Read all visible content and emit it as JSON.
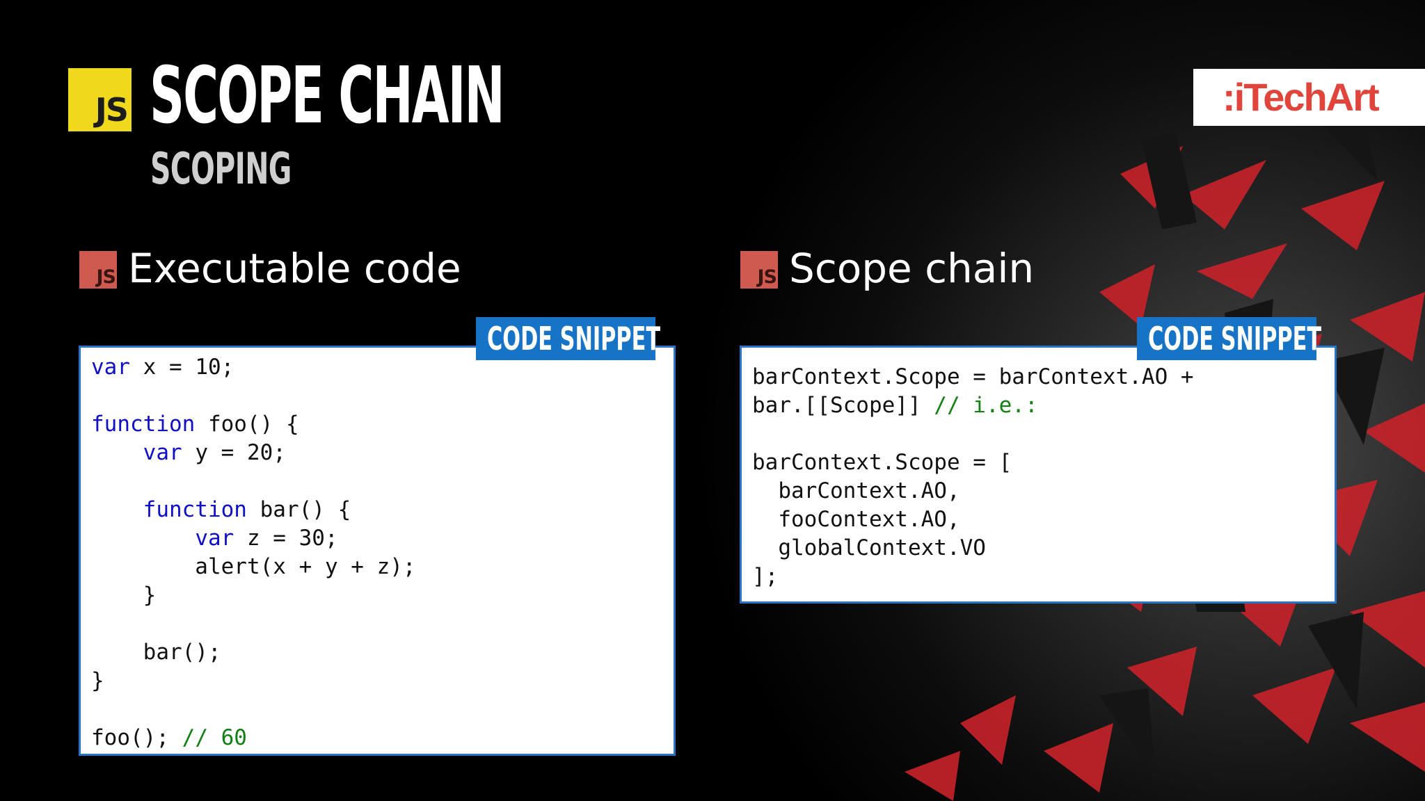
{
  "header": {
    "js_badge": "JS",
    "title": "SCOPE CHAIN",
    "subtitle": "SCOPING"
  },
  "brand": {
    "name": ":iTechArt",
    "color": "#e0443a"
  },
  "sections": {
    "left": {
      "js_badge": "JS",
      "title": "Executable code",
      "tag": "CODE SNIPPET",
      "code": [
        [
          {
            "t": "var",
            "c": "kw"
          },
          {
            "t": " x = 10;"
          }
        ],
        [],
        [
          {
            "t": "function",
            "c": "kw"
          },
          {
            "t": " foo() {"
          }
        ],
        [
          {
            "t": "    "
          },
          {
            "t": "var",
            "c": "kw"
          },
          {
            "t": " y = 20;"
          }
        ],
        [],
        [
          {
            "t": "    "
          },
          {
            "t": "function",
            "c": "kw"
          },
          {
            "t": " bar() {"
          }
        ],
        [
          {
            "t": "        "
          },
          {
            "t": "var",
            "c": "kw"
          },
          {
            "t": " z = 30;"
          }
        ],
        [
          {
            "t": "        alert(x + y + z);"
          }
        ],
        [
          {
            "t": "    }"
          }
        ],
        [],
        [
          {
            "t": "    bar();"
          }
        ],
        [
          {
            "t": "}"
          }
        ],
        [],
        [
          {
            "t": "foo(); "
          },
          {
            "t": "// 60",
            "c": "cm"
          }
        ]
      ]
    },
    "right": {
      "js_badge": "JS",
      "title": "Scope chain",
      "tag": "CODE SNIPPET",
      "code": [
        [
          {
            "t": "barContext.Scope = barContext.AO +"
          }
        ],
        [
          {
            "t": "bar.[[Scope]] "
          },
          {
            "t": "// i.e.:",
            "c": "cm"
          }
        ],
        [],
        [
          {
            "t": "barContext.Scope = ["
          }
        ],
        [
          {
            "t": "  barContext.AO,"
          }
        ],
        [
          {
            "t": "  fooContext.AO,"
          }
        ],
        [
          {
            "t": "  globalContext.VO"
          }
        ],
        [
          {
            "t": "];"
          }
        ]
      ]
    }
  },
  "colors": {
    "js_yellow": "#f0d81c",
    "js_red": "#cf5a4f",
    "tag_blue": "#1673c6",
    "keyword": "#1010c8",
    "comment": "#138013",
    "accent_red": "#e0443a"
  }
}
